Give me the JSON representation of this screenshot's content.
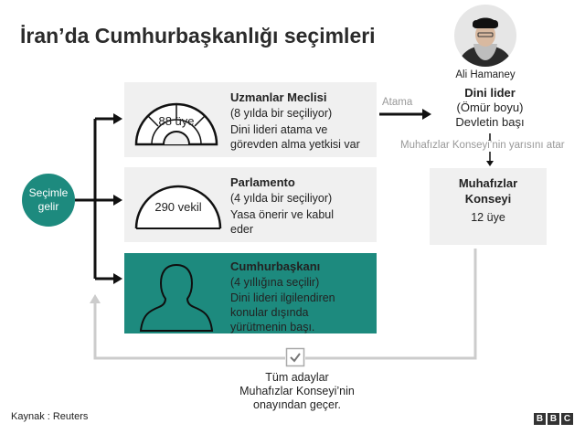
{
  "title": "İran’da Cumhurbaşkanlığı seçimleri",
  "start_node": {
    "line1": "Seçimle",
    "line2": "gelir"
  },
  "assembly": {
    "chamber_label": "88 üye",
    "title": "Uzmanlar Meclisi",
    "subtitle": "(8 yılda bir seçiliyor)",
    "desc_line1": "Dini lideri atama ve",
    "desc_line2": "görevden alma yetkisi var"
  },
  "parliament": {
    "chamber_label": "290 vekil",
    "title": "Parlamento",
    "subtitle": "(4 yılda bir seçiliyor)",
    "desc_line1": "Yasa önerir ve kabul",
    "desc_line2": "eder"
  },
  "president": {
    "title": "Cumhurbaşkanı",
    "subtitle": "(4 yıllığına seçilir)",
    "desc_line1": "Dini lideri ilgilendiren",
    "desc_line2": "konular dışında",
    "desc_line3": "yürütmenin başı."
  },
  "appoint_label": "Atama",
  "leader": {
    "name": "Ali Hamaney",
    "role_title": "Dini lider",
    "role_line2": "(Ömür boyu)",
    "role_line3": "Devletin başı"
  },
  "leader_to_council_note": "Muhafızlar Konseyi’nin yarısını atar",
  "council": {
    "title_line1": "Muhafızlar",
    "title_line2": "Konseyi",
    "members": "12 üye"
  },
  "vetting_note": {
    "line1": "Tüm adaylar",
    "line2": "Muhafızlar Konseyi’nin",
    "line3": "onayından geçer."
  },
  "source": "Kaynak : Reuters",
  "logo": [
    "B",
    "B",
    "C"
  ],
  "colors": {
    "accent": "#1d8a7e",
    "panel": "#f0f0f0",
    "connector": "#cccccc"
  }
}
